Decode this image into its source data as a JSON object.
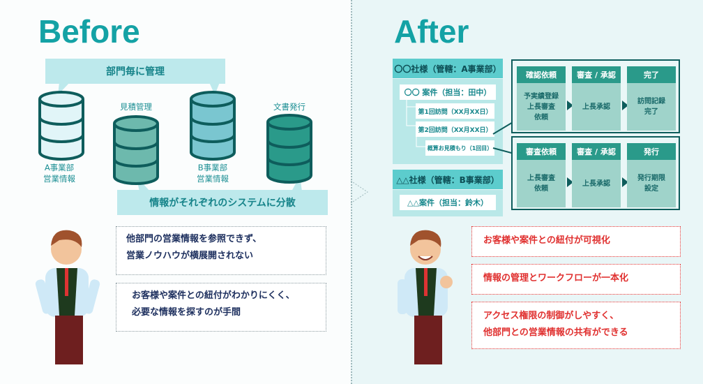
{
  "before": {
    "title": "Before",
    "top_callout": "部門毎に管理",
    "bottom_callout": "情報がそれぞれのシステムに分散",
    "db_labels": [
      "A事業部\n営業情報",
      "見積管理",
      "B事業部\n営業情報",
      "文書発行"
    ],
    "bubbles": [
      "他部門の営業情報を参照できず、\n営業ノウハウが横展開されない",
      "お客様や案件との紐付がわかりにくく、\n必要な情報を探すのが手間"
    ]
  },
  "after": {
    "title": "After",
    "clientA": {
      "header": "〇〇社様（管轄：A事業部）",
      "case": "〇〇 案件（担当：田中）",
      "items": [
        "第1回訪問（XX月XX日）",
        "第2回訪問（XX月XX日）",
        "概算お見積もり（1回目）"
      ]
    },
    "clientB": {
      "header": "△△社様（管轄：B事業部）",
      "case": "△△案件（担当：鈴木）"
    },
    "flow1": [
      {
        "h": "確認依頼",
        "b": "予実績登録\n上長審査\n依頼"
      },
      {
        "h": "審査 / 承認",
        "b": "上長承認"
      },
      {
        "h": "完了",
        "b": "訪問記録\n完了"
      }
    ],
    "flow2": [
      {
        "h": "審査依頼",
        "b": "上長審査\n依頼"
      },
      {
        "h": "審査 / 承認",
        "b": "上長承認"
      },
      {
        "h": "発行",
        "b": "発行期限\n設定"
      }
    ],
    "bubbles": [
      "お客様や案件との紐付が可視化",
      "情報の管理とワークフローが一本化",
      "アクセス権限の制御がしやすく、\n他部門との営業情報の共有ができる"
    ]
  },
  "colors": {
    "teal": "#14a2a5",
    "red": "#e0302f",
    "dark": "#0e5d5c"
  }
}
